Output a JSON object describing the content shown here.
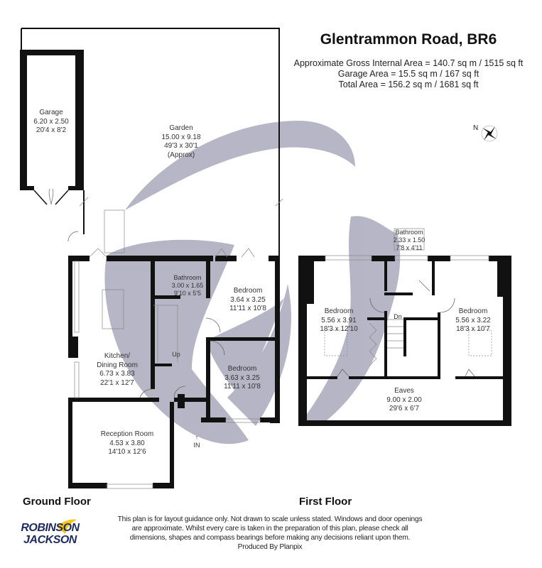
{
  "header": {
    "title": "Glentrammon Road, BR6",
    "areas": [
      "Approximate Gross Internal Area = 140.7 sq m / 1515 sq ft",
      "Garage Area = 15.5 sq m / 167 sq ft",
      "Total Area = 156.2 sq m / 1681 sq ft"
    ]
  },
  "compass": {
    "label": "N"
  },
  "ground_floor": {
    "label": "Ground Floor",
    "rooms": [
      {
        "name": "Garage",
        "metric": "6.20 x 2.50",
        "imperial": "20'4 x 8'2"
      },
      {
        "name": "Garden",
        "metric": "15.00 x 9.18",
        "imperial": "49'3 x 30'1",
        "note": "(Approx)"
      },
      {
        "name": "Bathroom",
        "metric": "3.00 x 1.65",
        "imperial": "9'10 x 5'5"
      },
      {
        "name": "Bedroom",
        "metric": "3.64 x 3.25",
        "imperial": "11'11 x 10'8"
      },
      {
        "name": "Kitchen/",
        "name2": "Dining Room",
        "metric": "6.73 x 3.83",
        "imperial": "22'1 x 12'7"
      },
      {
        "name": "Bedroom",
        "metric": "3.63 x 3.25",
        "imperial": "11'11 x 10'8"
      },
      {
        "name": "Reception Room",
        "metric": "4.53 x 3.80",
        "imperial": "14'10 x 12'6"
      }
    ],
    "markers": {
      "up": "Up",
      "entrance": "IN"
    }
  },
  "first_floor": {
    "label": "First Floor",
    "rooms": [
      {
        "name": "Bathroom",
        "metric": "2.33 x 1.50",
        "imperial": "7'8 x 4'11"
      },
      {
        "name": "Bedroom",
        "metric": "5.56 x 3.91",
        "imperial": "18'3 x 12'10"
      },
      {
        "name": "Bedroom",
        "metric": "5.56 x 3.22",
        "imperial": "18'3 x 10'7"
      },
      {
        "name": "Eaves",
        "metric": "9.00 x 2.00",
        "imperial": "29'6 x 6'7"
      }
    ],
    "markers": {
      "down": "Dn"
    }
  },
  "footer": {
    "disclaimer": [
      "This plan is for layout guidance only. Not drawn to scale unless stated. Windows and door openings",
      "are approximate. Whilst every care is taken in the preparation of this plan, please check all",
      "dimensions, shapes and compass bearings before making any decisions reliant upon them.",
      "Produced By Planpix"
    ],
    "logo": {
      "line1": "ROBINSON",
      "line2": "JACKSON",
      "accent_color": "#f5c518",
      "text_color": "#1f2a5a"
    }
  },
  "colors": {
    "wall": "#111111",
    "watermark": "#a9a9bd",
    "text": "#333333"
  }
}
